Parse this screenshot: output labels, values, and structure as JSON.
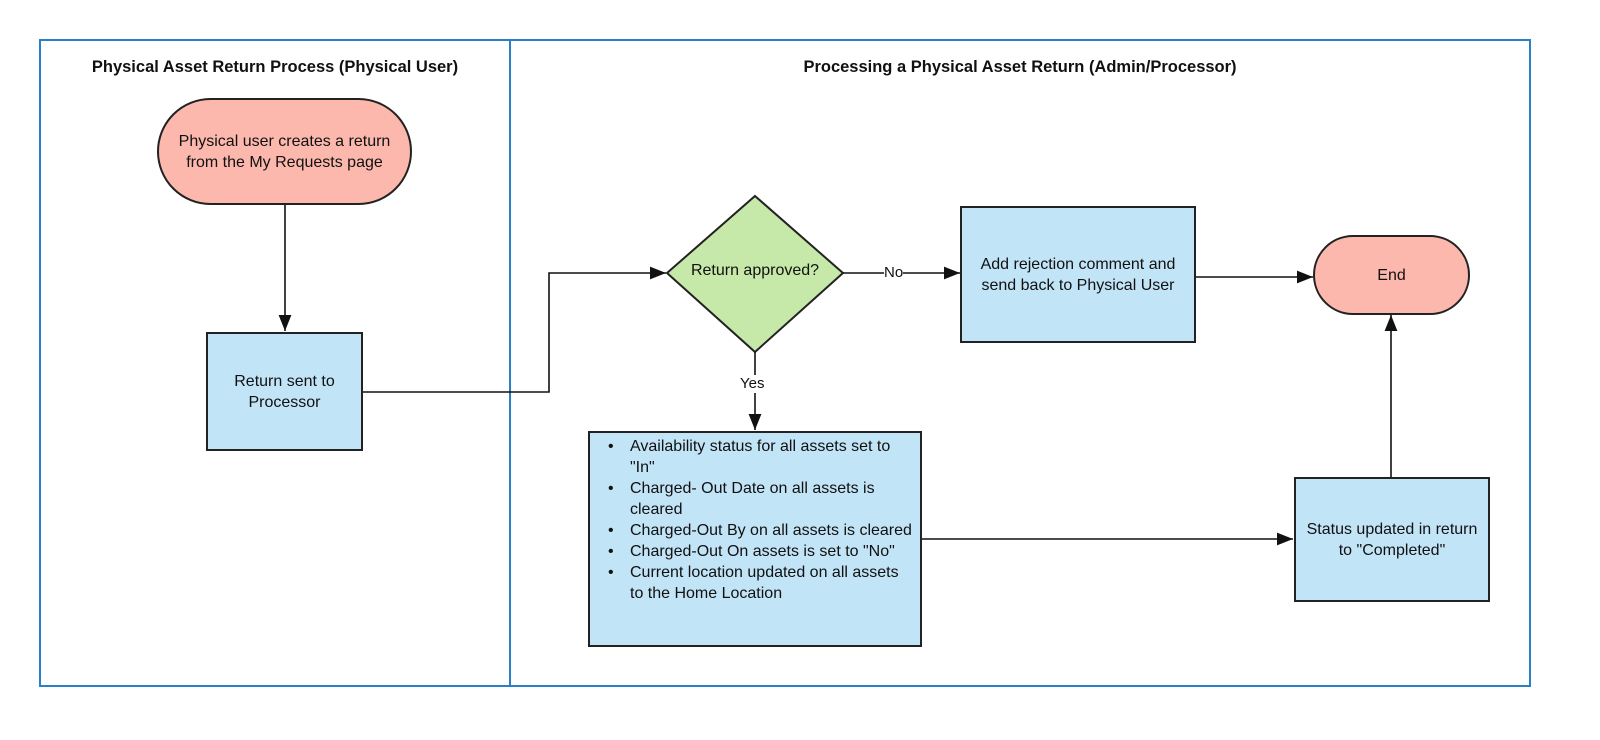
{
  "lanes": {
    "left_title": "Physical Asset Return Process (Physical User)",
    "right_title": "Processing a Physical Asset Return (Admin/Processor)"
  },
  "nodes": {
    "start": "Physical user creates a return from the My Requests page",
    "sent": "Return sent to Processor",
    "decision": "Return approved?",
    "reject": "Add rejection comment and send back to Physical User",
    "end": "End",
    "actions": [
      "Availability status for all assets set to \"In\"",
      "Charged- Out Date on all assets is cleared",
      "Charged-Out By on all assets is cleared",
      "Charged-Out On assets  is set to \"No\"",
      "Current location updated on all assets to the Home Location"
    ],
    "completed": "Status updated in return to \"Completed\""
  },
  "edges": {
    "no_label": "No",
    "yes_label": "Yes"
  },
  "colors": {
    "lane_border": "#2a7fc9",
    "process_fill": "#c2e4f7",
    "terminal_fill": "#fcb8ad",
    "decision_fill": "#c6e8a8"
  }
}
